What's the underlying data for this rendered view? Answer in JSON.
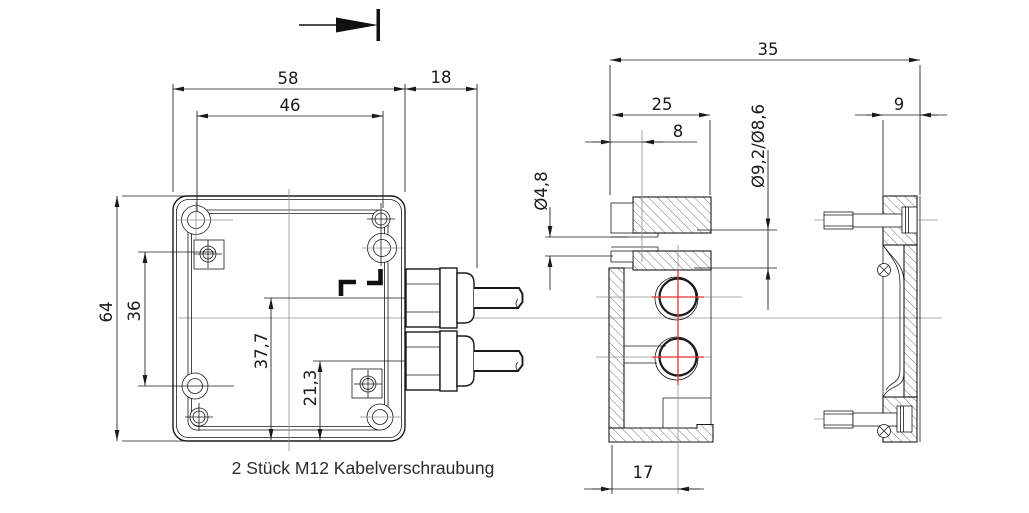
{
  "note": "2 Stück M12 Kabelverschraubung",
  "colors": {
    "line": "#1a1a1a",
    "centerline": "#8f8f8f",
    "center_mark": "#e03434",
    "background": "#ffffff"
  },
  "front_view": {
    "dim_width_outer": "58",
    "dim_width_inner": "46",
    "dim_gland_length": "18",
    "dim_height_outer": "64",
    "dim_hole_spacing": "36",
    "dim_gland_upper": "37,7",
    "dim_gland_lower": "21,3"
  },
  "section_view": {
    "dim_total_depth": "35",
    "dim_body_depth": "25",
    "dim_gland_center": "8",
    "dim_cable_bore": "Ø4,8",
    "dim_gland_bore": "Ø9,2/Ø8,6",
    "dim_hole_center": "17"
  },
  "lid_view": {
    "dim_lid_depth": "9"
  }
}
